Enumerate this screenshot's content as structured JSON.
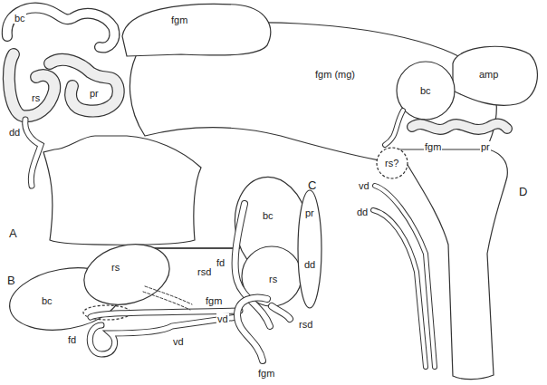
{
  "diagram": {
    "labels": [
      "bc",
      "fgm",
      "fgm (mg)",
      "rs",
      "pr",
      "dd",
      "A",
      "B",
      "bc",
      "rs",
      "rsd",
      "fgm",
      "fd",
      "vd",
      "C",
      "bc",
      "pr",
      "dd",
      "rs",
      "fd",
      "vd",
      "rsd",
      "fgm",
      "D",
      "bc",
      "amp",
      "fgm",
      "pr",
      "rs?",
      "vd",
      "dd"
    ]
  }
}
